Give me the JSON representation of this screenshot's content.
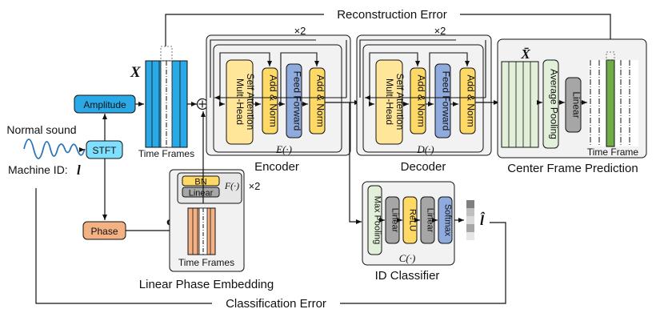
{
  "labels": {
    "reconstruction_error": "Reconstruction Error",
    "classification_error": "Classification Error",
    "x_symbol": "X",
    "amplitude": "Amplitude",
    "normal_sound": "Normal sound",
    "stft": "STFT",
    "machine_id": "Machine ID:",
    "machine_id_symbol": "l",
    "phase": "Phase",
    "phi_symbol": "Φ",
    "time_frames_x": "Time Frames",
    "time_frames_phase": "Time Frames",
    "bn": "BN",
    "linear_f": "Linear",
    "f_func": "F(·)",
    "times2_f": "×2",
    "linear_phase_embedding": "Linear Phase Embedding",
    "encoder": {
      "times2": "×2",
      "mha": [
        "Multi-Head",
        "Self Attention"
      ],
      "add_norm_1": "Add & Norm",
      "feed_forward": "Feed Forward",
      "add_norm_2": "Add & Norm",
      "func": "E(·)",
      "title": "Encoder"
    },
    "decoder": {
      "times2": "×2",
      "mha": [
        "Multi-Head",
        "Self Attention"
      ],
      "add_norm_1": "Add & Norm",
      "feed_forward": "Feed Forward",
      "add_norm_2": "Add & Norm",
      "func": "D(·)",
      "title": "Decoder"
    },
    "cfp": {
      "x_bar": "X̄",
      "average_pooling": "Average Pooling",
      "linear": "Linear",
      "time_frame": "Time Frame",
      "title": "Center Frame Prediction"
    },
    "id_classifier": {
      "max_pooling": "Max Pooling",
      "linear_1": "Linear",
      "relu": "ReLU",
      "linear_2": "Linear",
      "softmax": "Softmax",
      "func": "C(·)",
      "title": "ID Classifier",
      "l_hat": "l̂"
    },
    "plus": "+"
  },
  "colors": {
    "blue": "#29a9e6",
    "yellow": "#ffd966",
    "purple": "#8faadc",
    "gray_block": "#a6a6a6",
    "green": "#70ad47",
    "light_green": "#e2f0d9",
    "orange": "#f4b183",
    "panel": "#f2f2f2"
  }
}
